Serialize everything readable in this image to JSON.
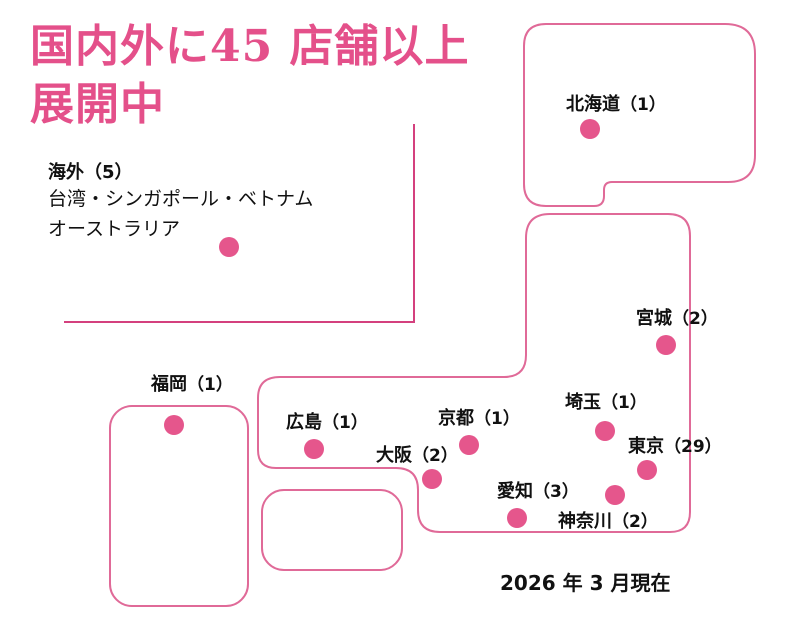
{
  "title": {
    "line1": "国内外に45 店舗以上",
    "line2": "展開中"
  },
  "overseas": {
    "name": "海外",
    "count": "（5）",
    "line1": "台湾・シンガポール・ベトナム",
    "line2": "オーストラリア"
  },
  "regions": [
    {
      "name": "北海道",
      "count": "（1）"
    },
    {
      "name": "宮城",
      "count": "（2）"
    },
    {
      "name": "福岡",
      "count": "（1）"
    },
    {
      "name": "広島",
      "count": "（1）"
    },
    {
      "name": "京都",
      "count": "（1）"
    },
    {
      "name": "埼玉",
      "count": "（1）"
    },
    {
      "name": "東京",
      "count": "（29）"
    },
    {
      "name": "大阪",
      "count": "（2）"
    },
    {
      "name": "愛知",
      "count": "（3）"
    },
    {
      "name": "神奈川",
      "count": "（2）"
    }
  ],
  "as_of": "2026 年 3 月現在",
  "colors": {
    "accent": "#e4508a",
    "dot": "#e5568c",
    "outline": "#e06a98",
    "divider": "#d4407e"
  }
}
